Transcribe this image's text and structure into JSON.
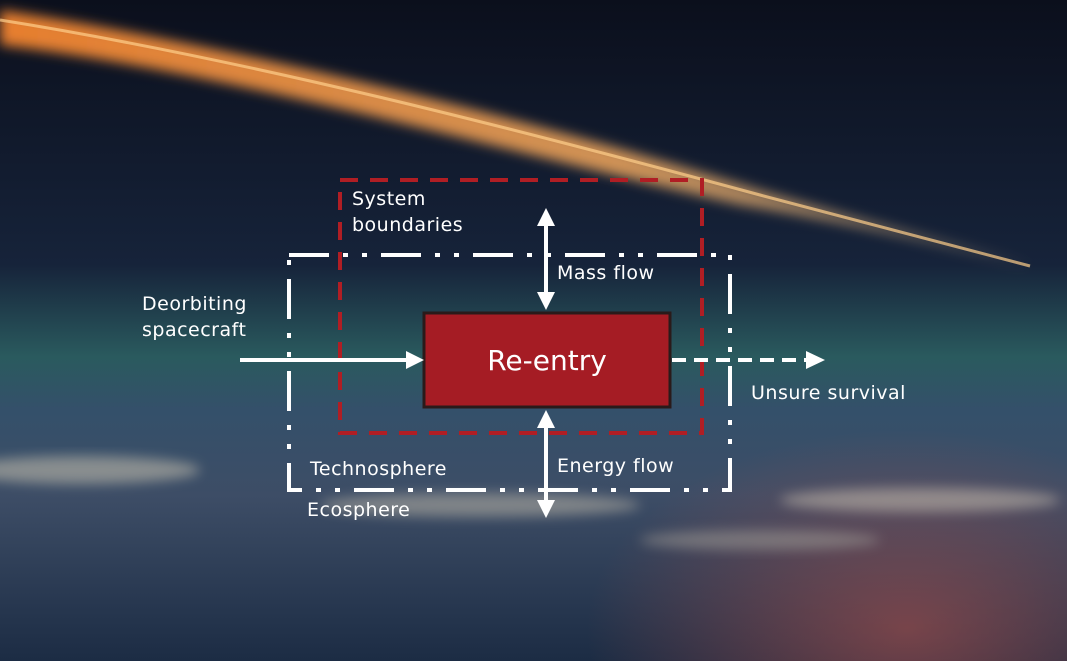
{
  "diagram": {
    "process": "Re-entry",
    "labels": {
      "system_boundaries_1": "System",
      "system_boundaries_2": "boundaries",
      "mass_flow": "Mass flow",
      "energy_flow": "Energy flow",
      "input_1": "Deorbiting",
      "input_2": "spacecraft",
      "output": "Unsure survival",
      "technosphere": "Technosphere",
      "ecosphere": "Ecosphere"
    },
    "colors": {
      "process_fill": "#a51c24",
      "system_boundary": "#b01e24",
      "technosphere_boundary": "#ffffff"
    }
  }
}
